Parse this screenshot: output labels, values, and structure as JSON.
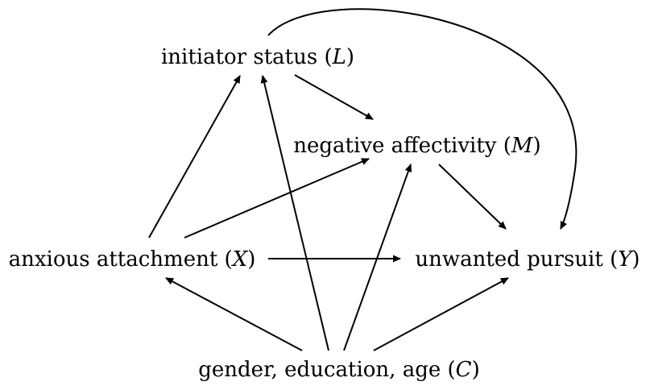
{
  "nodes": {
    "L": {
      "text": "initiator status",
      "symbol": "L"
    },
    "M": {
      "text": "negative affectivity",
      "symbol": "M"
    },
    "X": {
      "text": "anxious attachment",
      "symbol": "X"
    },
    "Y": {
      "text": "unwanted pursuit",
      "symbol": "Y"
    },
    "C": {
      "text": "gender, education, age",
      "symbol": "C"
    }
  },
  "edges": [
    {
      "from": "L",
      "to": "M"
    },
    {
      "from": "L",
      "to": "Y",
      "curved": true
    },
    {
      "from": "M",
      "to": "Y"
    },
    {
      "from": "X",
      "to": "L"
    },
    {
      "from": "X",
      "to": "M"
    },
    {
      "from": "X",
      "to": "Y"
    },
    {
      "from": "C",
      "to": "X"
    },
    {
      "from": "C",
      "to": "L"
    },
    {
      "from": "C",
      "to": "M"
    },
    {
      "from": "C",
      "to": "Y"
    }
  ],
  "colors": {
    "ink": "#000000",
    "background": "#ffffff"
  }
}
